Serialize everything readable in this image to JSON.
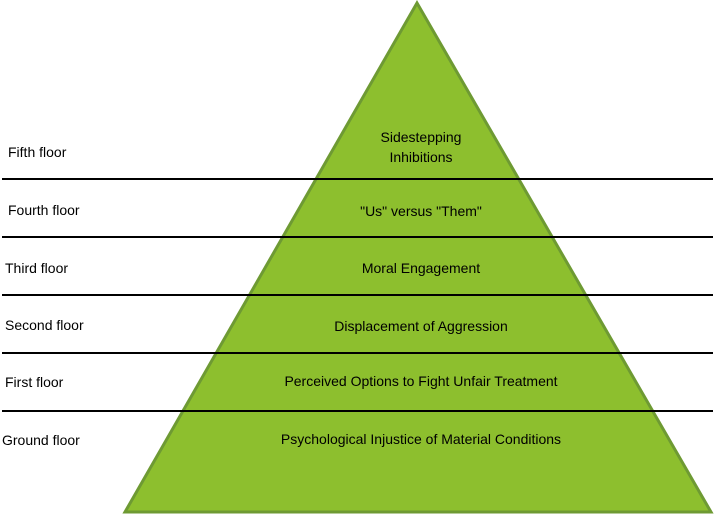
{
  "diagram": {
    "floors": [
      {
        "floor": "Fifth floor",
        "layer_lines": [
          "Sidestepping",
          "Inhibitions"
        ]
      },
      {
        "floor": "Fourth floor",
        "layer_lines": [
          "\"Us\" versus \"Them\""
        ]
      },
      {
        "floor": "Third floor",
        "layer_lines": [
          "Moral Engagement"
        ]
      },
      {
        "floor": "Second floor",
        "layer_lines": [
          "Displacement of Aggression"
        ]
      },
      {
        "floor": "First floor",
        "layer_lines": [
          "Perceived Options to Fight Unfair Treatment"
        ]
      },
      {
        "floor": "Ground floor",
        "layer_lines": [
          "Psychological Injustice of Material Conditions"
        ]
      }
    ],
    "colors": {
      "pyramid_fill": "#8DBF2E",
      "pyramid_stroke": "#6E9A33",
      "divider": "#000000"
    }
  }
}
